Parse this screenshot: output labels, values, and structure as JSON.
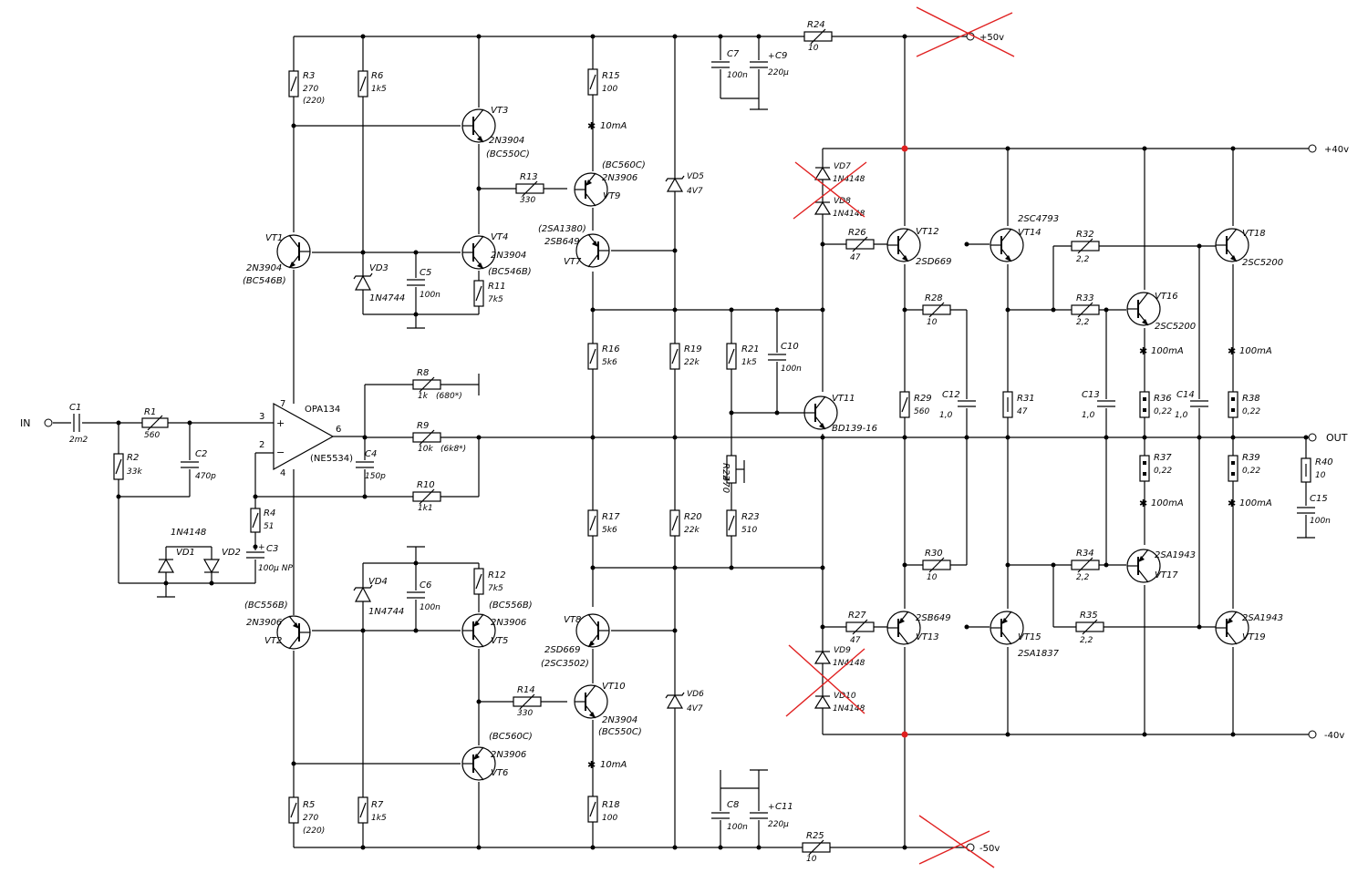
{
  "terminals": {
    "in": "IN",
    "out": "OUT",
    "p50": "+50v",
    "n50": "-50v",
    "p40": "+40v",
    "n40": "-40v"
  },
  "opamp": {
    "name": "OPA134",
    "alt": "(NE5534)",
    "pin_plus": "3",
    "pin_minus": "2",
    "pin_out": "6",
    "pin_vp": "7",
    "pin_vn": "4",
    "plus": "+",
    "minus": "−"
  },
  "resistors": [
    {
      "name": "R1",
      "value": "560"
    },
    {
      "name": "R2",
      "value": "33k"
    },
    {
      "name": "R3",
      "value": "270",
      "extra": "(220)"
    },
    {
      "name": "R4",
      "value": "51"
    },
    {
      "name": "R5",
      "value": "270",
      "extra": "(220)"
    },
    {
      "name": "R6",
      "value": "1k5"
    },
    {
      "name": "R7",
      "value": "1k5"
    },
    {
      "name": "R8",
      "value": "1k",
      "extra": "(680*)"
    },
    {
      "name": "R9",
      "value": "10k",
      "extra": "(6k8*)"
    },
    {
      "name": "R10",
      "value": "1k1"
    },
    {
      "name": "R11",
      "value": "7k5"
    },
    {
      "name": "R12",
      "value": "7k5"
    },
    {
      "name": "R13",
      "value": "330"
    },
    {
      "name": "R14",
      "value": "330"
    },
    {
      "name": "R15",
      "value": "100"
    },
    {
      "name": "R16",
      "value": "5k6"
    },
    {
      "name": "R17",
      "value": "5k6"
    },
    {
      "name": "R18",
      "value": "100"
    },
    {
      "name": "R19",
      "value": "22k"
    },
    {
      "name": "R20",
      "value": "22k"
    },
    {
      "name": "R21",
      "value": "1k5"
    },
    {
      "name": "R22",
      "value": "470"
    },
    {
      "name": "R23",
      "value": "510"
    },
    {
      "name": "R24",
      "value": "10"
    },
    {
      "name": "R25",
      "value": "10"
    },
    {
      "name": "R26",
      "value": "47"
    },
    {
      "name": "R27",
      "value": "47"
    },
    {
      "name": "R28",
      "value": "10"
    },
    {
      "name": "R29",
      "value": "560"
    },
    {
      "name": "R30",
      "value": "10"
    },
    {
      "name": "R31",
      "value": "47"
    },
    {
      "name": "R32",
      "value": "2,2"
    },
    {
      "name": "R33",
      "value": "2,2"
    },
    {
      "name": "R34",
      "value": "2,2"
    },
    {
      "name": "R35",
      "value": "2,2"
    },
    {
      "name": "R36",
      "value": "0,22"
    },
    {
      "name": "R37",
      "value": "0,22"
    },
    {
      "name": "R38",
      "value": "0,22"
    },
    {
      "name": "R39",
      "value": "0,22"
    },
    {
      "name": "R40",
      "value": "10"
    }
  ],
  "capacitors": [
    {
      "name": "C1",
      "value": "2m2"
    },
    {
      "name": "C2",
      "value": "470p"
    },
    {
      "name": "C3",
      "value": "100µ NP"
    },
    {
      "name": "C4",
      "value": "150p"
    },
    {
      "name": "C5",
      "value": "100n"
    },
    {
      "name": "C6",
      "value": "100n"
    },
    {
      "name": "C7",
      "value": "100n"
    },
    {
      "name": "C8",
      "value": "100n"
    },
    {
      "name": "C9",
      "value": "220µ"
    },
    {
      "name": "C10",
      "value": "100n"
    },
    {
      "name": "C11",
      "value": "220µ"
    },
    {
      "name": "C12",
      "value": "1,0"
    },
    {
      "name": "C13",
      "value": "1,0"
    },
    {
      "name": "C14",
      "value": "1,0"
    },
    {
      "name": "C15",
      "value": "100n"
    }
  ],
  "diodes": [
    {
      "name": "VD1",
      "value": "1N4148"
    },
    {
      "name": "VD2",
      "value": ""
    },
    {
      "name": "VD3",
      "value": "1N4744"
    },
    {
      "name": "VD4",
      "value": "1N4744"
    },
    {
      "name": "VD5",
      "value": "4V7"
    },
    {
      "name": "VD6",
      "value": "4V7"
    },
    {
      "name": "VD7",
      "value": "1N4148"
    },
    {
      "name": "VD8",
      "value": "1N4148"
    },
    {
      "name": "VD9",
      "value": "1N4148"
    },
    {
      "name": "VD10",
      "value": "1N4148"
    }
  ],
  "transistors": [
    {
      "name": "VT1",
      "type": "2N3904",
      "alt": "(BC546B)"
    },
    {
      "name": "VT2",
      "type": "2N3906",
      "alt": "(BC556B)"
    },
    {
      "name": "VT3",
      "type": "2N3904",
      "alt": "(BC550C)"
    },
    {
      "name": "VT4",
      "type": "2N3904",
      "alt": "(BC546B)"
    },
    {
      "name": "VT5",
      "type": "2N3906",
      "alt": "(BC556B)"
    },
    {
      "name": "VT6",
      "type": "2N3906",
      "alt": "(BC560C)"
    },
    {
      "name": "VT7",
      "type": "2SB649",
      "alt": "(2SA1380)"
    },
    {
      "name": "VT8",
      "type": "2SD669",
      "alt": "(2SC3502)"
    },
    {
      "name": "VT9",
      "type": "2N3906",
      "alt": "(BC560C)"
    },
    {
      "name": "VT10",
      "type": "2N3904",
      "alt": "(BC550C)"
    },
    {
      "name": "VT11",
      "type": "BD139-16",
      "alt": ""
    },
    {
      "name": "VT12",
      "type": "2SD669",
      "alt": ""
    },
    {
      "name": "VT13",
      "type": "2SB649",
      "alt": ""
    },
    {
      "name": "VT14",
      "type": "2SC4793",
      "alt": ""
    },
    {
      "name": "VT15",
      "type": "2SA1837",
      "alt": ""
    },
    {
      "name": "VT16",
      "type": "2SC5200",
      "alt": ""
    },
    {
      "name": "VT17",
      "type": "2SA1943",
      "alt": ""
    },
    {
      "name": "VT18",
      "type": "2SC5200",
      "alt": ""
    },
    {
      "name": "VT19",
      "type": "2SA1943",
      "alt": ""
    }
  ],
  "currents": {
    "vt9": "10mA",
    "vt10": "10mA",
    "vt16": "100mA",
    "vt17": "100mA",
    "vt18": "100mA",
    "vt19": "100mA"
  },
  "star": "✱"
}
